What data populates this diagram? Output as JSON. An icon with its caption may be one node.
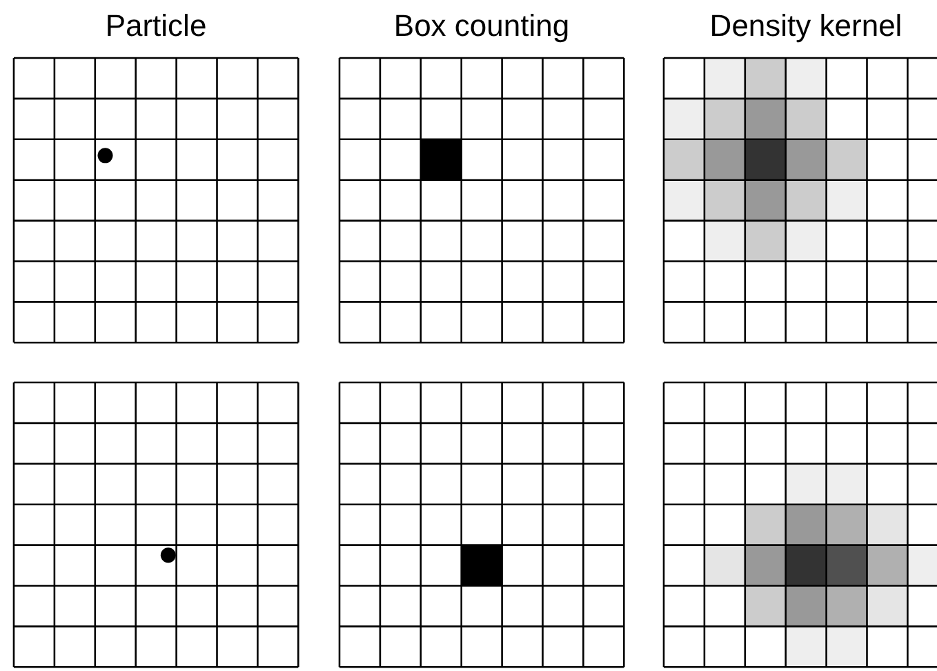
{
  "diagram": {
    "labels": [
      "Particle",
      "Box counting",
      "Density kernel"
    ]
  }
}
